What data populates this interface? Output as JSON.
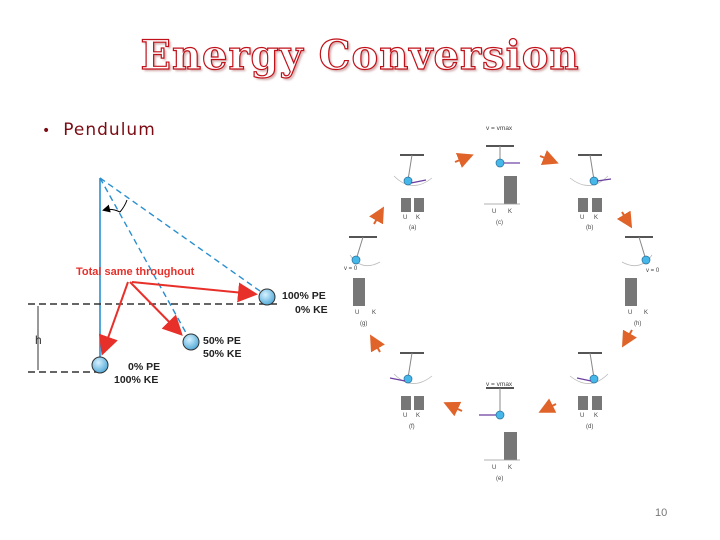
{
  "slide": {
    "title": "Energy Conversion",
    "bullet": "Pendulum",
    "page_number": "10"
  },
  "left_diagram": {
    "annotation": "Total same throughout",
    "height_label": "h",
    "top_pe": "100% PE",
    "top_ke": "0% KE",
    "mid_pe": "50% PE",
    "mid_ke": "50% KE",
    "bottom_pe": "0% PE",
    "bottom_ke": "100% KE",
    "colors": {
      "line": "#2a8fd0",
      "arrow": "#e8302a",
      "bob": "#8fd3f4"
    }
  },
  "right_diagram": {
    "label_a": "(a)",
    "label_b": "(b)",
    "label_c": "(c)",
    "label_d": "(d)",
    "label_e": "(e)",
    "label_f": "(f)",
    "label_g": "(g)",
    "label_h": "(h)",
    "v_max": "v = vmax",
    "v_zero": "v = 0",
    "bar_u": "U",
    "bar_k": "K"
  }
}
